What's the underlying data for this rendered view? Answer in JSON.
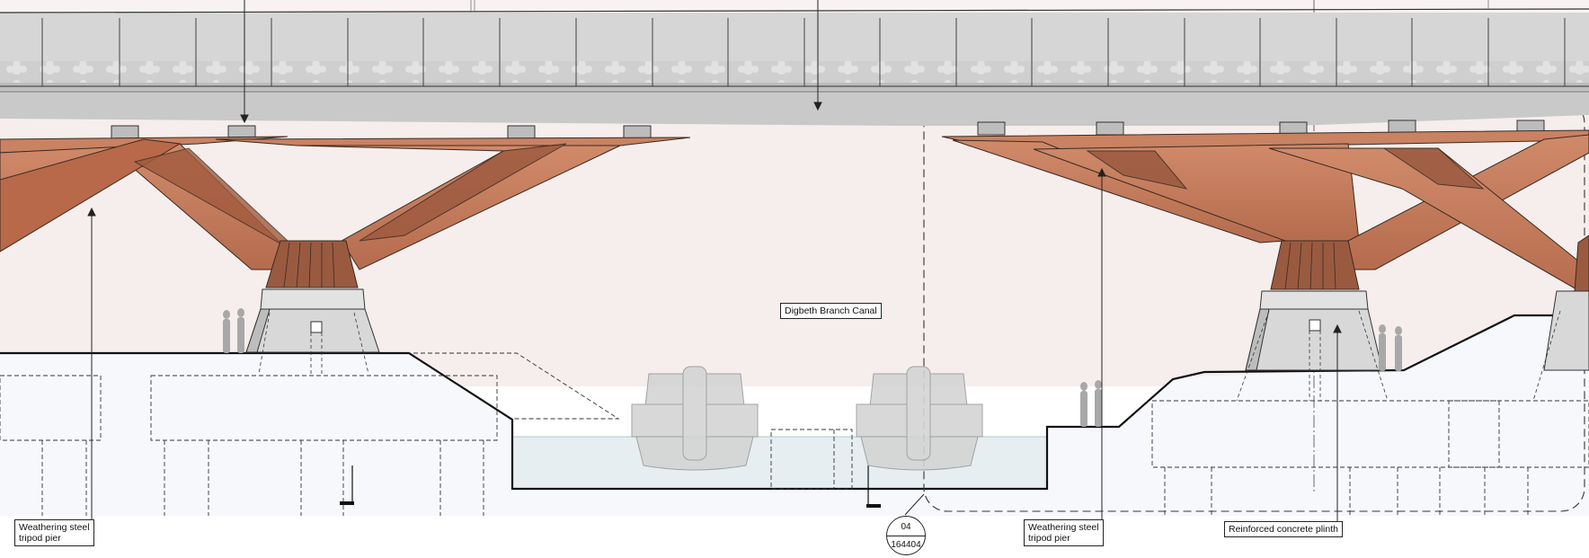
{
  "labels": {
    "canal": "Digbeth Branch Canal",
    "pier_left": [
      "Weathering steel",
      "tripod pier"
    ],
    "pier_right": [
      "Weathering steel",
      "tripod pier"
    ],
    "plinth": "Reinforced concrete plinth"
  },
  "section_ref": {
    "number": "04",
    "sheet": "164404"
  },
  "colors": {
    "sky": "#f6eeec",
    "ground": "#f7f8fc",
    "water": "#e6eef1",
    "steel": "#c2785a",
    "steel_dark": "#9a5a40",
    "deck": "#d2d2d2",
    "concrete": "#dcdcdc"
  }
}
